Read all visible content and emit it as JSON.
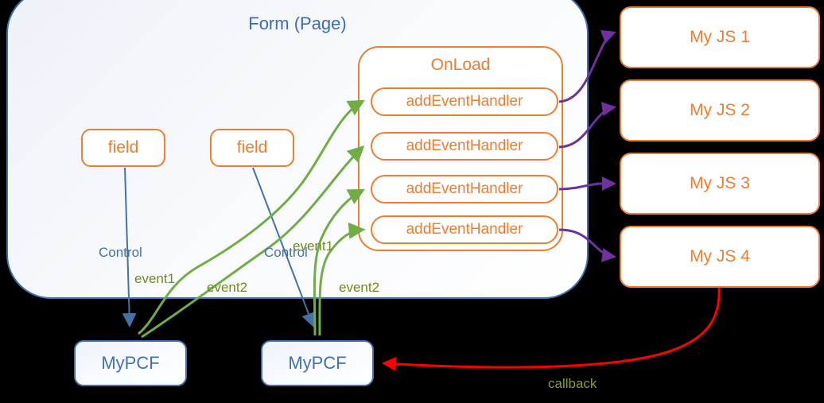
{
  "diagram": {
    "title": "Form (Page) event handler wiring diagram",
    "colors": {
      "background": "#000000",
      "form_border": "#4472a8",
      "form_text": "#3b6cb5",
      "orange": "#ED7D31",
      "green_arrow": "#70AD47",
      "green_text": "#6f8b1e",
      "purple_arrow": "#7030A0",
      "red_arrow": "#FF0000",
      "blue_arrow": "#4472a8",
      "callback_text": "#8a9a30"
    }
  },
  "form": {
    "title": "Form (Page)",
    "fields": [
      {
        "label": "field"
      },
      {
        "label": "field"
      }
    ],
    "onload": {
      "title": "OnLoad",
      "handlers": [
        {
          "label": "addEventHandler"
        },
        {
          "label": "addEventHandler"
        },
        {
          "label": "addEventHandler"
        },
        {
          "label": "addEventHandler"
        }
      ]
    }
  },
  "components": [
    {
      "label": "MyPCF"
    },
    {
      "label": "MyPCF"
    }
  ],
  "scripts": [
    {
      "label": "My JS 1"
    },
    {
      "label": "My JS 2"
    },
    {
      "label": "My JS 3"
    },
    {
      "label": "My JS 4"
    }
  ],
  "edges": {
    "control_1": "Control",
    "control_2": "Control",
    "event1_a": "event1",
    "event2_a": "event2",
    "event1_b": "event1",
    "event2_b": "event2",
    "callback": "callback"
  }
}
